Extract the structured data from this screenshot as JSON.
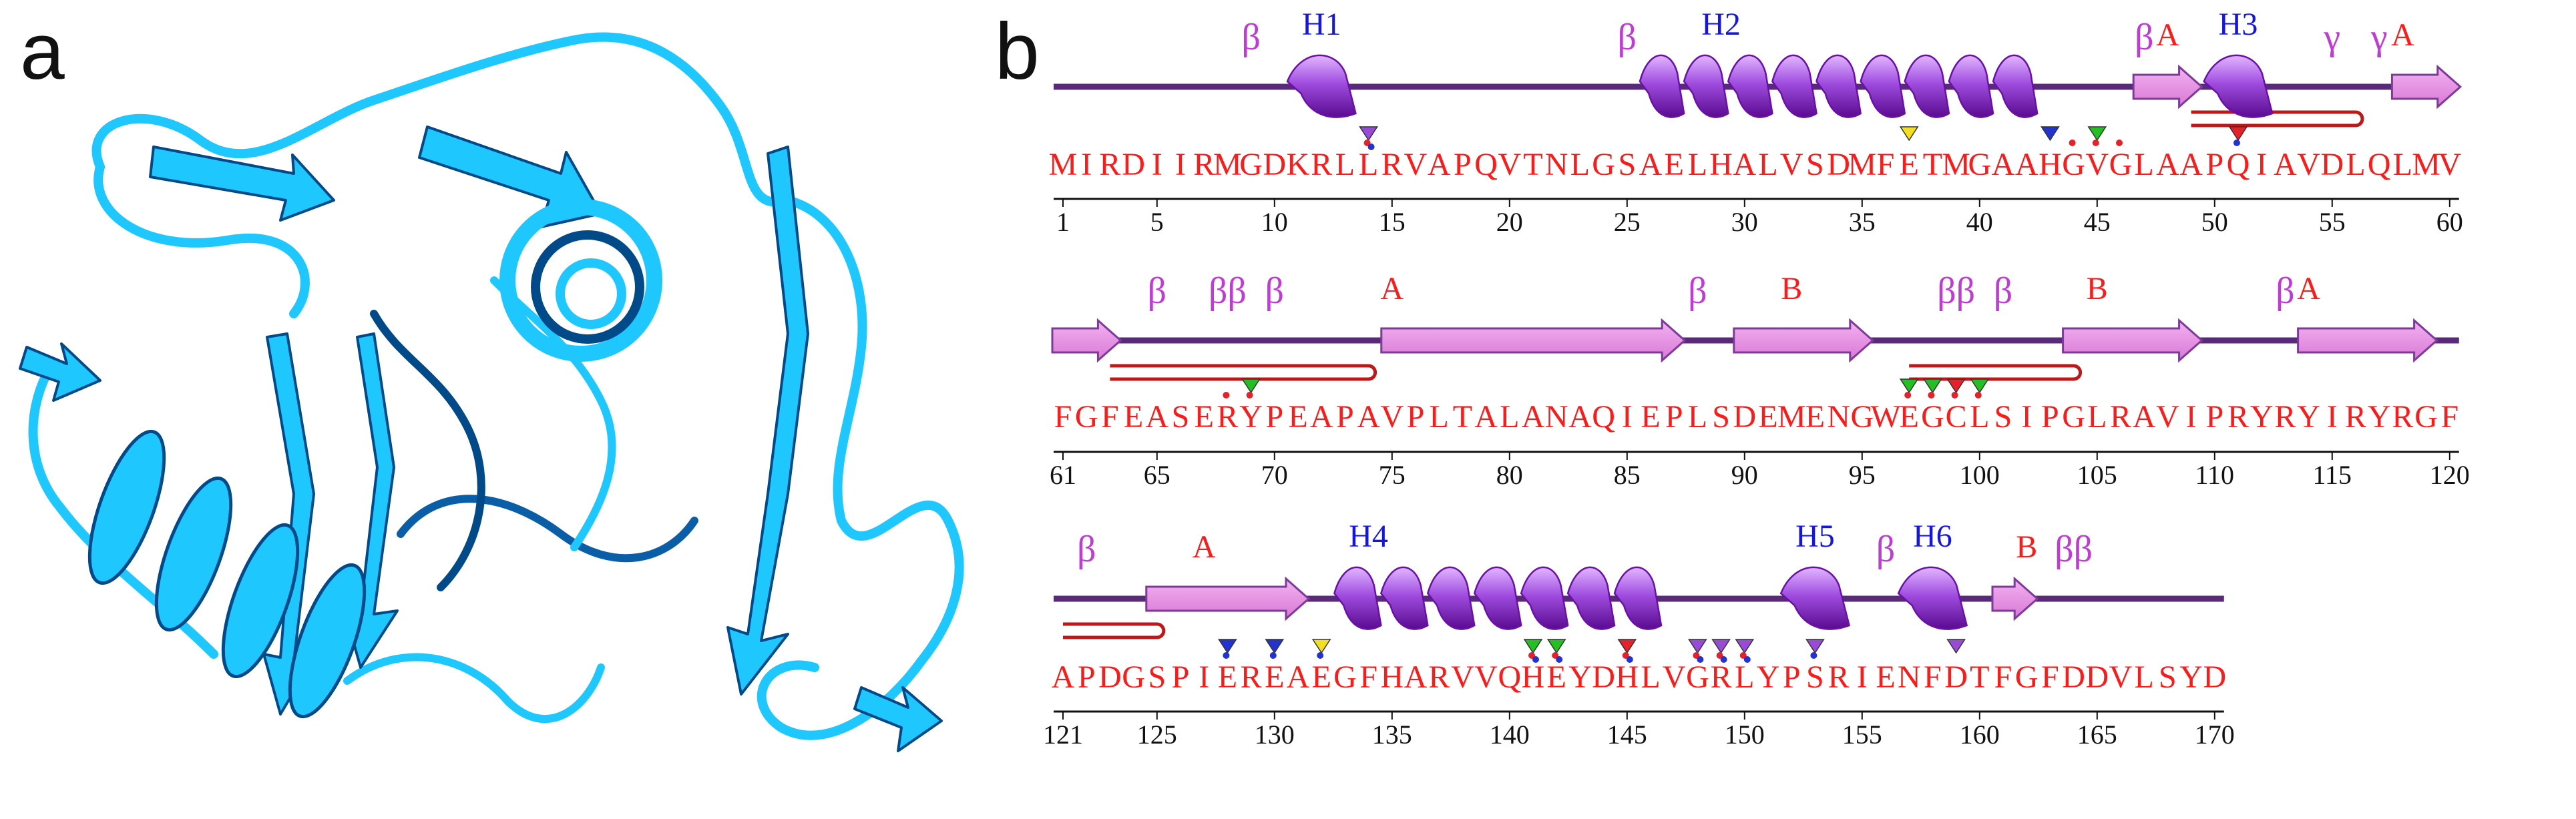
{
  "panel_labels": {
    "a": "a",
    "b": "b"
  },
  "colors": {
    "ribbon_light": "#1ec8ff",
    "ribbon_dark": "#004a8a",
    "coil": "#5a2a7a",
    "helix_light": "#c77ff0",
    "helix_dark": "#6a0fa8",
    "strand": "#e88ee6",
    "strand_edge": "#7d3a9a",
    "hairpin": "#c01818",
    "seq_text": "#ff1a1a",
    "greek": "#c03bd6",
    "helix_label": "#1414e6",
    "turn_label": "#ff1a1a",
    "marker_blue": "#2233d4",
    "marker_red": "#e8202a",
    "marker_green": "#22c020",
    "marker_yellow": "#f4e01a",
    "marker_purple": "#9a4ad8"
  },
  "rows": [
    {
      "sequence": "MIRDIIRMGDKRLLRVAPQVTNLGSAELHALVSDMFETMGAAHGVGLAAPQIAVDLQLMV",
      "start": 1,
      "ticks": [
        {
          "label": "1",
          "res": 1
        },
        {
          "label": "5",
          "res": 5
        },
        {
          "label": "10",
          "res": 10
        },
        {
          "label": "15",
          "res": 15
        },
        {
          "label": "20",
          "res": 20
        },
        {
          "label": "25",
          "res": 25
        },
        {
          "label": "30",
          "res": 30
        },
        {
          "label": "35",
          "res": 35
        },
        {
          "label": "40",
          "res": 40
        },
        {
          "label": "45",
          "res": 45
        },
        {
          "label": "50",
          "res": 50
        },
        {
          "label": "55",
          "res": 55
        },
        {
          "label": "60",
          "res": 60
        }
      ],
      "elements": [
        {
          "type": "helix",
          "from": 11,
          "to": 13
        },
        {
          "type": "helix",
          "from": 26,
          "to": 42
        },
        {
          "type": "strand",
          "from": 47,
          "to": 49
        },
        {
          "type": "helix",
          "from": 50,
          "to": 52
        },
        {
          "type": "strand",
          "from": 58,
          "to": 60
        }
      ],
      "hairpins": [
        {
          "from": 49,
          "to": 56
        }
      ],
      "labels": [
        {
          "text": "β",
          "kind": "greek",
          "res": 9
        },
        {
          "text": "H1",
          "kind": "helix",
          "res": 12
        },
        {
          "text": "β",
          "kind": "greek",
          "res": 25
        },
        {
          "text": "H2",
          "kind": "helix",
          "res": 29
        },
        {
          "text": "β",
          "kind": "greek",
          "res": 47
        },
        {
          "text": "A",
          "kind": "turn",
          "res": 48
        },
        {
          "text": "H3",
          "kind": "helix",
          "res": 51
        },
        {
          "text": "γ",
          "kind": "greek",
          "res": 55
        },
        {
          "text": "γ",
          "kind": "greek",
          "res": 57
        },
        {
          "text": "A",
          "kind": "turn",
          "res": 58
        }
      ],
      "markers": [
        {
          "res": 14,
          "top": "purple",
          "dots": [
            "red",
            "blue"
          ]
        },
        {
          "res": 37,
          "top": "yellow",
          "dots": []
        },
        {
          "res": 43,
          "top": "blue",
          "dots": []
        },
        {
          "res": 44,
          "top": "",
          "dots": [
            "red"
          ]
        },
        {
          "res": 45,
          "top": "green",
          "dots": [
            "red"
          ]
        },
        {
          "res": 46,
          "top": "",
          "dots": [
            "red"
          ]
        },
        {
          "res": 51,
          "top": "red",
          "dots": [
            "blue"
          ]
        }
      ]
    },
    {
      "sequence": "FGFEASERYPEAPAVPLTALANAQIEPLSDEMENGWEGCLSIPGLRAVIPRYRYIRYRGF",
      "start": 61,
      "ticks": [
        {
          "label": "61",
          "res": 61
        },
        {
          "label": "65",
          "res": 65
        },
        {
          "label": "70",
          "res": 70
        },
        {
          "label": "75",
          "res": 75
        },
        {
          "label": "80",
          "res": 80
        },
        {
          "label": "85",
          "res": 85
        },
        {
          "label": "90",
          "res": 90
        },
        {
          "label": "95",
          "res": 95
        },
        {
          "label": "100",
          "res": 100
        },
        {
          "label": "105",
          "res": 105
        },
        {
          "label": "110",
          "res": 110
        },
        {
          "label": "115",
          "res": 115
        },
        {
          "label": "120",
          "res": 120
        }
      ],
      "elements": [
        {
          "type": "strand",
          "from": 61,
          "to": 63
        },
        {
          "type": "strand",
          "from": 75,
          "to": 87
        },
        {
          "type": "strand",
          "from": 90,
          "to": 95
        },
        {
          "type": "strand",
          "from": 104,
          "to": 109
        },
        {
          "type": "strand",
          "from": 114,
          "to": 119
        }
      ],
      "hairpins": [
        {
          "from": 63,
          "to": 74
        },
        {
          "from": 97,
          "to": 104
        }
      ],
      "labels": [
        {
          "text": "β",
          "kind": "greek",
          "res": 65
        },
        {
          "text": "ββ",
          "kind": "greek",
          "res": 68
        },
        {
          "text": "β",
          "kind": "greek",
          "res": 70
        },
        {
          "text": "A",
          "kind": "turn",
          "res": 75
        },
        {
          "text": "β",
          "kind": "greek",
          "res": 88
        },
        {
          "text": "B",
          "kind": "turn",
          "res": 92
        },
        {
          "text": "ββ",
          "kind": "greek",
          "res": 99
        },
        {
          "text": "β",
          "kind": "greek",
          "res": 101
        },
        {
          "text": "B",
          "kind": "turn",
          "res": 105
        },
        {
          "text": "β",
          "kind": "greek",
          "res": 113
        },
        {
          "text": "A",
          "kind": "turn",
          "res": 114
        }
      ],
      "markers": [
        {
          "res": 68,
          "top": "",
          "dots": [
            "red"
          ]
        },
        {
          "res": 69,
          "top": "green",
          "dots": [
            "red"
          ]
        },
        {
          "res": 97,
          "top": "green",
          "dots": [
            "red"
          ]
        },
        {
          "res": 98,
          "top": "green",
          "dots": [
            "red"
          ]
        },
        {
          "res": 99,
          "top": "red",
          "dots": [
            "red"
          ]
        },
        {
          "res": 100,
          "top": "green",
          "dots": [
            "red"
          ]
        }
      ]
    },
    {
      "sequence": "APDGSPIEREAEGFHARVVQHEYDHLVGRLYPSRIENFDTFGFDDVLSYD",
      "start": 121,
      "ticks": [
        {
          "label": "121",
          "res": 121
        },
        {
          "label": "125",
          "res": 125
        },
        {
          "label": "130",
          "res": 130
        },
        {
          "label": "135",
          "res": 135
        },
        {
          "label": "140",
          "res": 140
        },
        {
          "label": "145",
          "res": 145
        },
        {
          "label": "150",
          "res": 150
        },
        {
          "label": "155",
          "res": 155
        },
        {
          "label": "160",
          "res": 160
        },
        {
          "label": "165",
          "res": 165
        },
        {
          "label": "170",
          "res": 170
        }
      ],
      "elements": [
        {
          "type": "strand",
          "from": 125,
          "to": 131
        },
        {
          "type": "helix",
          "from": 133,
          "to": 146
        },
        {
          "type": "helix",
          "from": 152,
          "to": 154
        },
        {
          "type": "helix",
          "from": 157,
          "to": 159
        },
        {
          "type": "strand",
          "from": 161,
          "to": 162
        }
      ],
      "hairpins": [
        {
          "from": 121,
          "to": 125
        }
      ],
      "labels": [
        {
          "text": "β",
          "kind": "greek",
          "res": 122
        },
        {
          "text": "A",
          "kind": "turn",
          "res": 127
        },
        {
          "text": "H4",
          "kind": "helix",
          "res": 134
        },
        {
          "text": "H5",
          "kind": "helix",
          "res": 153
        },
        {
          "text": "β",
          "kind": "greek",
          "res": 156
        },
        {
          "text": "H6",
          "kind": "helix",
          "res": 158
        },
        {
          "text": "B",
          "kind": "turn",
          "res": 162
        },
        {
          "text": "ββ",
          "kind": "greek",
          "res": 164
        }
      ],
      "markers": [
        {
          "res": 128,
          "top": "blue",
          "dots": [
            "blue"
          ]
        },
        {
          "res": 130,
          "top": "blue",
          "dots": [
            "blue"
          ]
        },
        {
          "res": 132,
          "top": "yellow",
          "dots": [
            "blue"
          ]
        },
        {
          "res": 141,
          "top": "green",
          "dots": [
            "red",
            "blue"
          ]
        },
        {
          "res": 142,
          "top": "green",
          "dots": [
            "red",
            "blue"
          ]
        },
        {
          "res": 145,
          "top": "red",
          "dots": [
            "red",
            "blue"
          ]
        },
        {
          "res": 148,
          "top": "purple",
          "dots": [
            "red",
            "blue"
          ]
        },
        {
          "res": 149,
          "top": "purple",
          "dots": [
            "red",
            "blue"
          ]
        },
        {
          "res": 150,
          "top": "purple",
          "dots": [
            "red",
            "blue"
          ]
        },
        {
          "res": 153,
          "top": "purple",
          "dots": [
            "blue"
          ]
        },
        {
          "res": 159,
          "top": "purple",
          "dots": []
        }
      ]
    }
  ]
}
